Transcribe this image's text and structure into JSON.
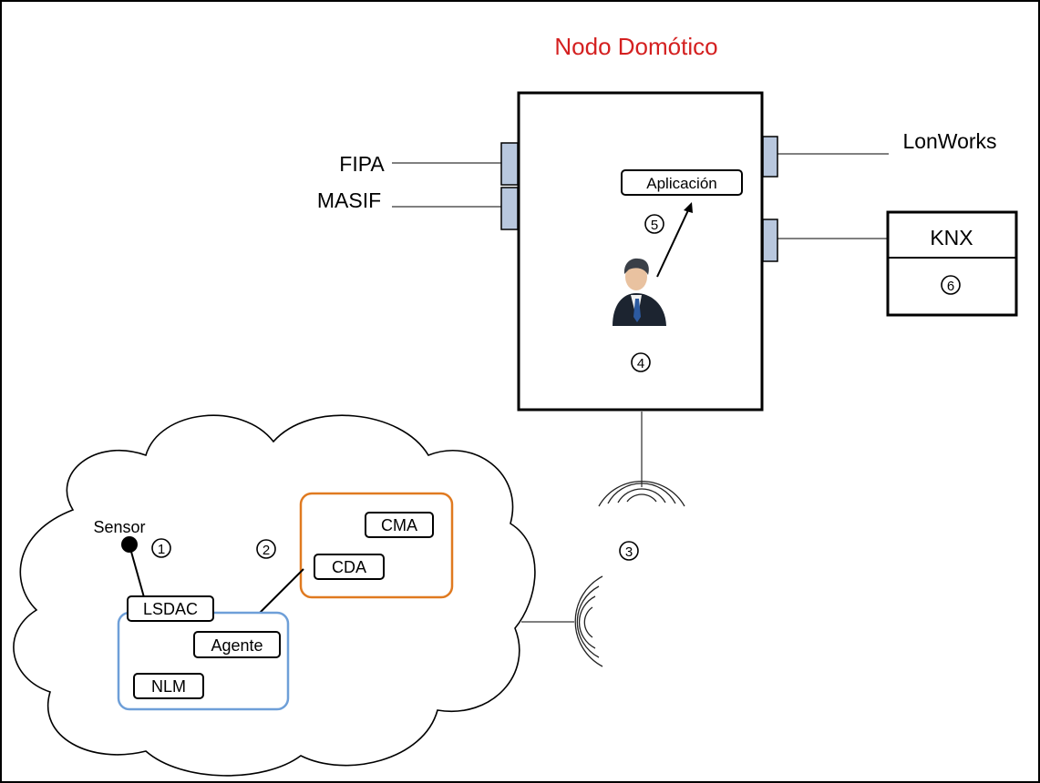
{
  "title": "Nodo Domótico",
  "interfaces": {
    "fipa": "FIPA",
    "masif": "MASIF",
    "lonworks": "LonWorks",
    "knx": "KNX"
  },
  "node": {
    "app_label": "Aplicación",
    "step5": "5",
    "step4": "4"
  },
  "knx_step": "6",
  "wireless_step": "3",
  "cloud": {
    "sensor_label": "Sensor",
    "step1": "1",
    "step2": "2",
    "cluster_orange": {
      "cma": "CMA",
      "cda": "CDA"
    },
    "cluster_blue": {
      "lsdac": "LSDAC",
      "agente": "Agente",
      "nlm": "NLM"
    }
  },
  "colors": {
    "title": "#d42020",
    "port": "#b8c7de",
    "blue_box": "#6e9fd8",
    "orange_box": "#e07a20"
  }
}
